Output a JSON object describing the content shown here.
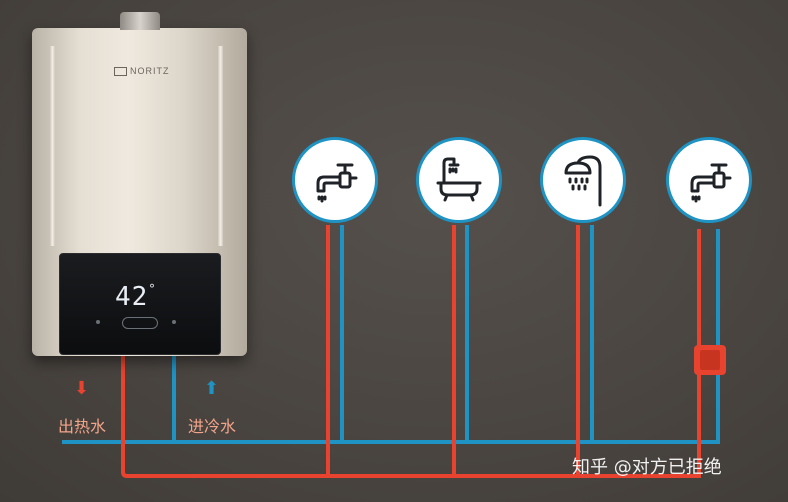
{
  "heater": {
    "brand": "NORITZ",
    "temperature": "42",
    "temperature_unit": "°"
  },
  "labels": {
    "hot_out": "出热水",
    "cold_in": "进冷水"
  },
  "icons": {
    "hot_arrow": "arrow-down-icon",
    "cold_arrow": "arrow-up-icon",
    "outlets": [
      "faucet-icon",
      "bathtub-icon",
      "shower-icon",
      "faucet-icon"
    ],
    "valve": "valve-icon"
  },
  "colors": {
    "hot_pipe": "#e8432e",
    "cold_pipe": "#1e93c4",
    "background": "#4a4541"
  },
  "watermark": "知乎 @对方已拒绝"
}
